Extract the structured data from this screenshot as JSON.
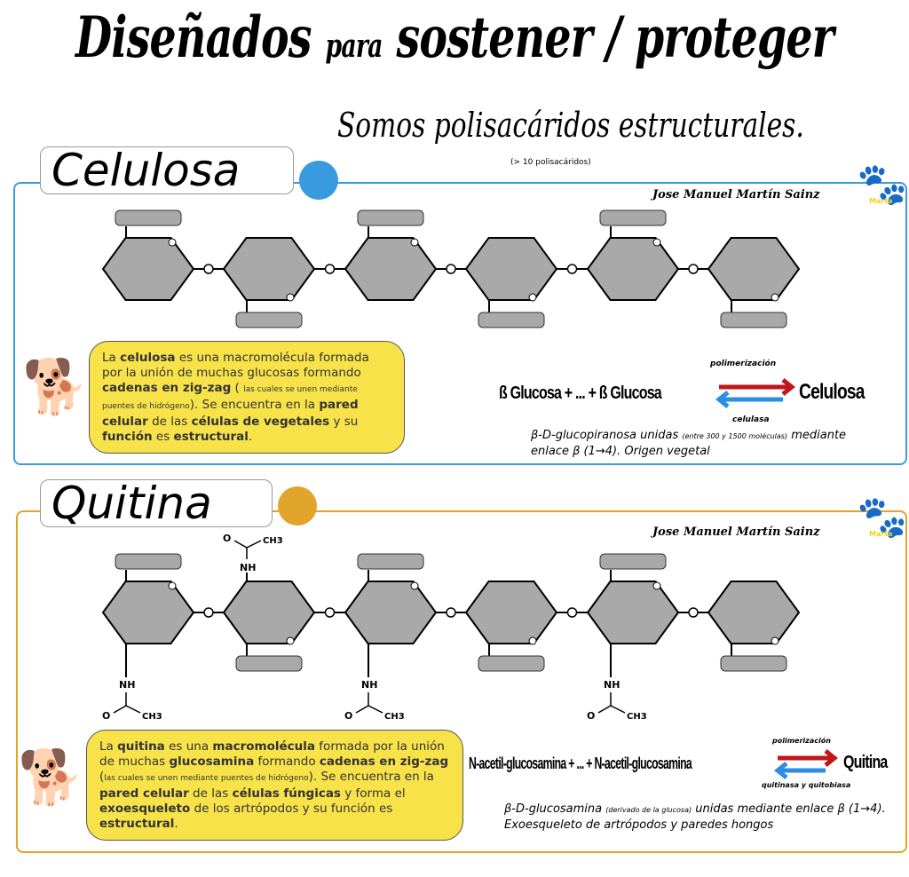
{
  "title": {
    "part1": "Diseñados",
    "part2": "para",
    "part3": "sostener / proteger"
  },
  "subtitle": "Somos polisacáridos estructurales.",
  "note": "(> 10 polisacáridos)",
  "signature": "Jose Manuel Martín Sainz",
  "paw_logo_text": "Marta",
  "colors": {
    "celulosa": "#3a9ae0",
    "quitina": "#e0a52a",
    "bubble": "#f7e24a",
    "hexagon": "#a9a9a9",
    "arrow_forward": "#c0161a",
    "arrow_back": "#2a8fe0"
  },
  "celulosa": {
    "label": "Celulosa",
    "bubble": [
      "La ",
      "celulosa",
      " es una macromolécula formada por la unión de muchas glucosas formando ",
      "cadenas en zig-zag",
      " ( ",
      "las cuales se unen mediante puentes de hidrógeno",
      "). Se encuentra en la ",
      "pared celular",
      " de las ",
      "células de vegetales",
      " y su ",
      "función",
      " es ",
      "estructural",
      "."
    ],
    "equation": {
      "left": "ß Glucosa + ... + ß Glucosa",
      "right": "Celulosa",
      "forward": "polimerización",
      "backward": "celulasa"
    },
    "description": [
      "β-D-glucopiranosa unidas ",
      "(entre 300 y 1500 moléculas)",
      " mediante enlace β (1→4). Origen vegetal"
    ]
  },
  "quitina": {
    "label": "Quitina",
    "groups": {
      "nh": "NH",
      "o": "O",
      "ch3": "CH3"
    },
    "bubble": [
      "La ",
      "quitina",
      " es una ",
      "macromolécula",
      " formada por la unión de muchas ",
      "glucosamina",
      " formando ",
      "cadenas en zig-zag",
      " (",
      "las cuales se unen mediante puentes de hidrógeno",
      "). Se encuentra en la ",
      "pared celular",
      " de las ",
      "células fúngicas",
      " y forma el ",
      "exoesqueleto",
      " de los artrópodos y su función es ",
      "estructural",
      "."
    ],
    "equation": {
      "left": "N-acetil-glucosamina + ... + N-acetil-glucosamina",
      "right": "Quitina",
      "forward": "polimerización",
      "backward": "quitinasa y quitobiasa"
    },
    "description": [
      "β-D-glucosamina ",
      "(derivado de la glucosa)",
      " unidas mediante enlace β (1→4). Exoesqueleto de artrópodos y paredes hongos"
    ]
  }
}
